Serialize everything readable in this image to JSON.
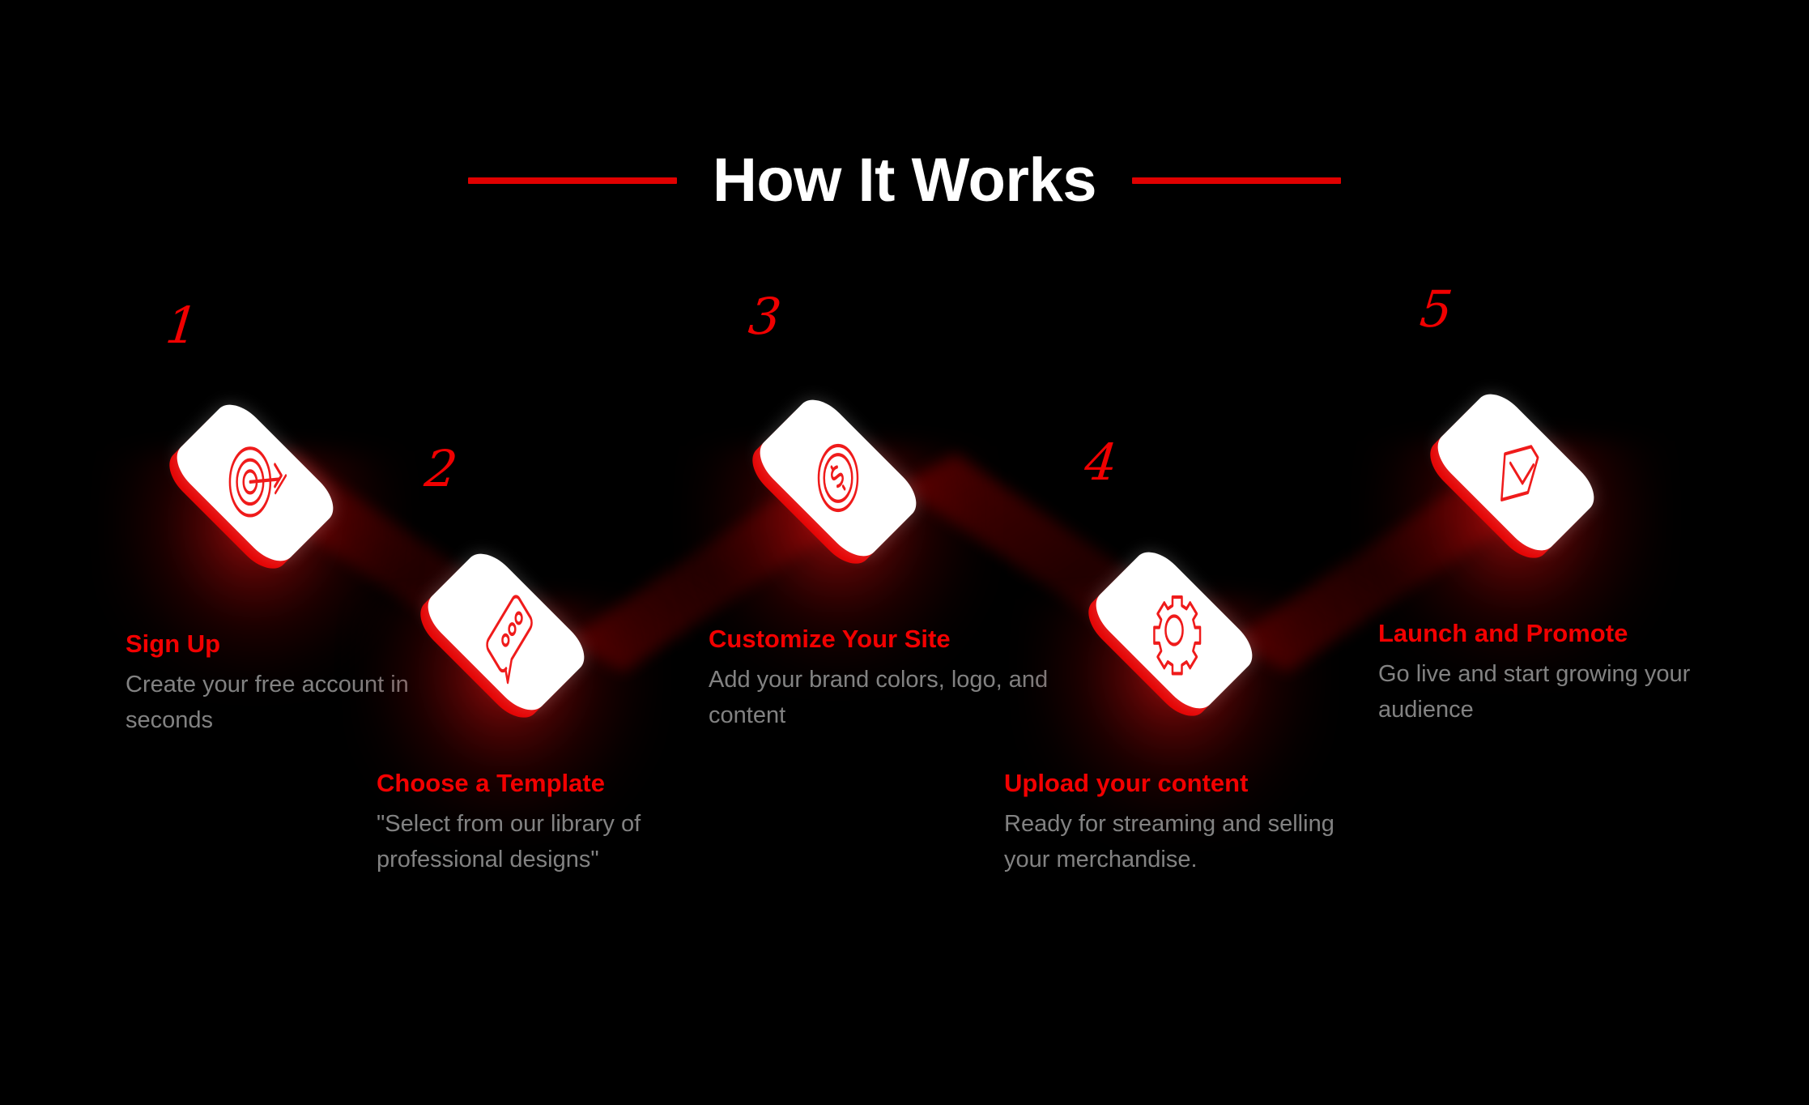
{
  "header": {
    "title": "How It Works",
    "rule_color": "#e00000"
  },
  "theme": {
    "background": "#000000",
    "accent_red": "#f20000",
    "tile_edge_red": "#e40000",
    "tile_face": "#ffffff",
    "body_text_gray": "#828282",
    "title_white": "#ffffff"
  },
  "steps": [
    {
      "number": "1",
      "icon": "target-arrow-icon",
      "title": "Sign Up",
      "desc": "Create your free account in seconds"
    },
    {
      "number": "2",
      "icon": "chat-bubble-icon",
      "title": "Choose a Template",
      "desc": "\"Select from our library of professional designs\""
    },
    {
      "number": "3",
      "icon": "dollar-coin-icon",
      "title": "Customize Your Site",
      "desc": "Add your brand colors, logo, and content"
    },
    {
      "number": "4",
      "icon": "gear-icon",
      "title": "Upload  your content",
      "desc": "Ready for streaming and selling your merchandise."
    },
    {
      "number": "5",
      "icon": "launch-arrow-icon",
      "title": "Launch and Promote",
      "desc": "Go live and start growing your audience"
    }
  ]
}
